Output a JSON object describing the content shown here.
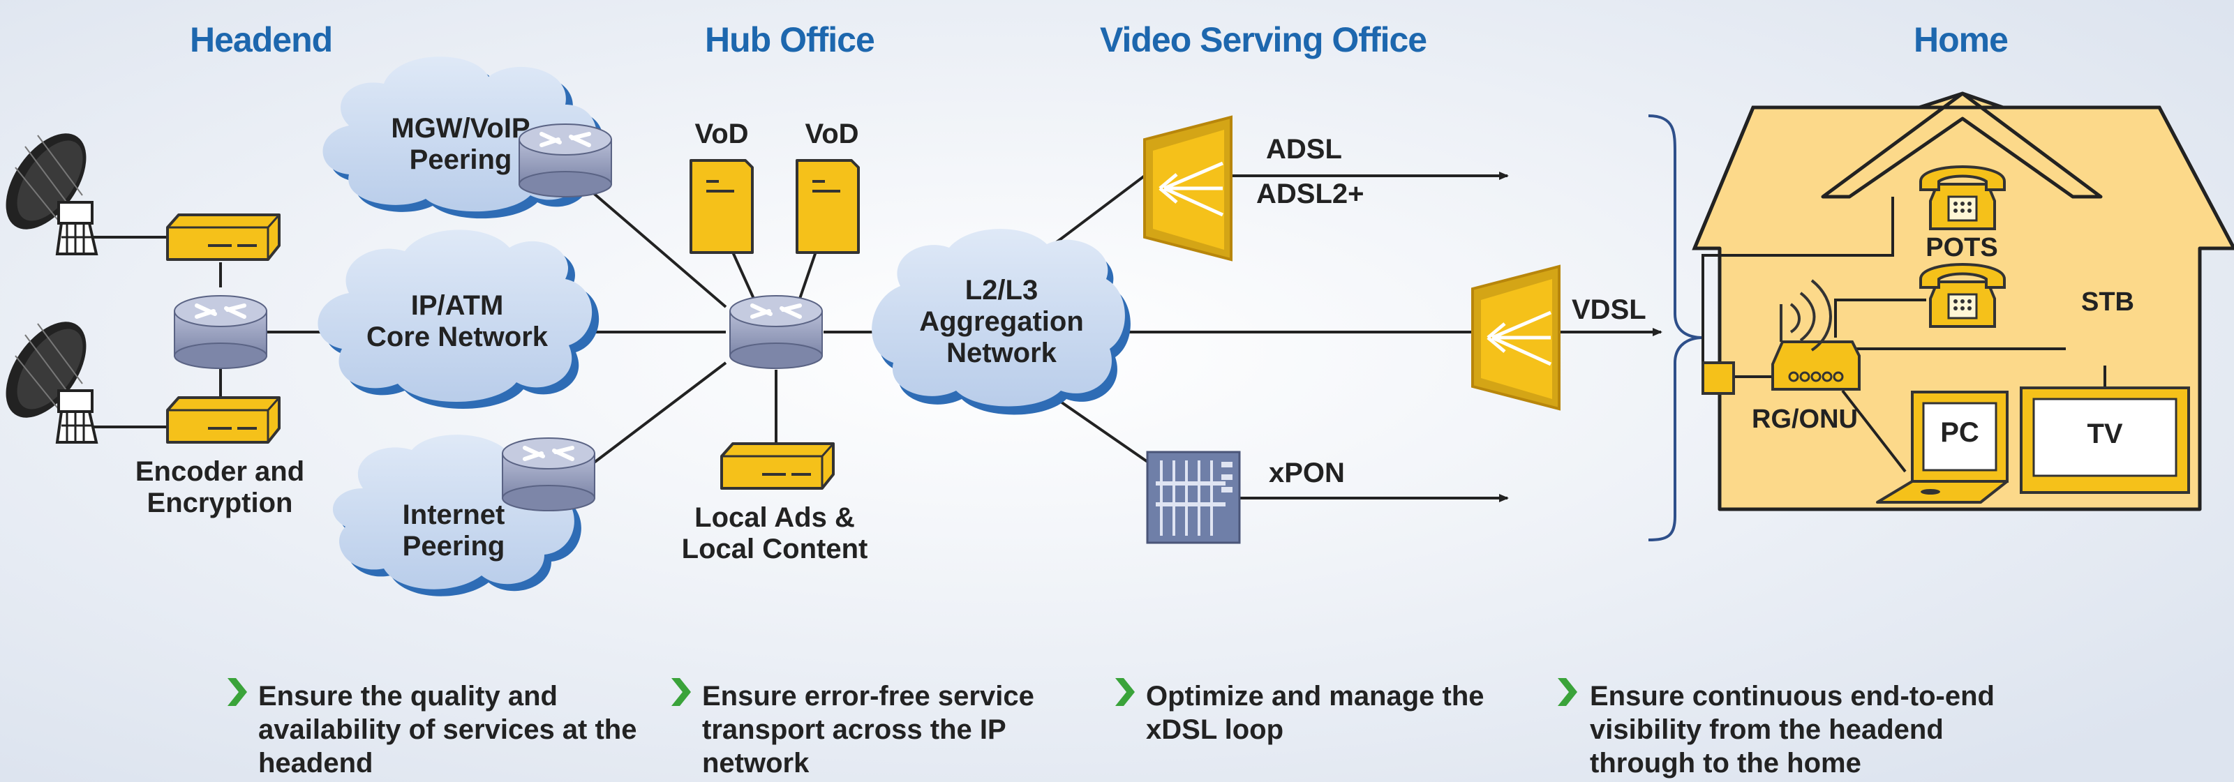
{
  "colors": {
    "heading": "#1d67ae",
    "device_yellow": "#f5c11a",
    "device_outline": "#333333",
    "cloud_fill": "#c9daf0",
    "cloud_shadow": "#2e6cb5",
    "house_fill": "#fcd98a",
    "bullet_chevron": "#3aa33a",
    "line": "#222222"
  },
  "headings": {
    "headend": "Headend",
    "hub_office": "Hub Office",
    "video_serving_office": "Video Serving Office",
    "home": "Home"
  },
  "clouds": {
    "mgw": "MGW/VoIP\nPeering",
    "core": "IP/ATM\nCore Network",
    "internet": "Internet\nPeering",
    "aggregation": "L2/L3\nAggregation\nNetwork"
  },
  "labels": {
    "vod_1": "VoD",
    "vod_2": "VoD",
    "encoder": "Encoder and\nEncryption",
    "local_ads": "Local Ads &\nLocal Content",
    "adsl": "ADSL",
    "adsl2": "ADSL2+",
    "vdsl": "VDSL",
    "xpon": "xPON",
    "pots": "POTS",
    "stb": "STB",
    "rg_onu": "RG/ONU",
    "pc": "PC",
    "tv": "TV"
  },
  "icons": {
    "satellite": "satellite-dish-icon",
    "router": "router-icon",
    "server": "server-icon",
    "dslam": "dslam-icon",
    "olt": "olt-icon",
    "phone": "telephone-icon",
    "laptop": "laptop-icon",
    "tv": "television-icon"
  },
  "bullets": [
    "Ensure the quality and availability of services at the headend",
    "Ensure error-free service transport across the IP network",
    "Optimize and manage the xDSL loop",
    "Ensure continuous end-to-end visibility from the headend through to the home"
  ]
}
